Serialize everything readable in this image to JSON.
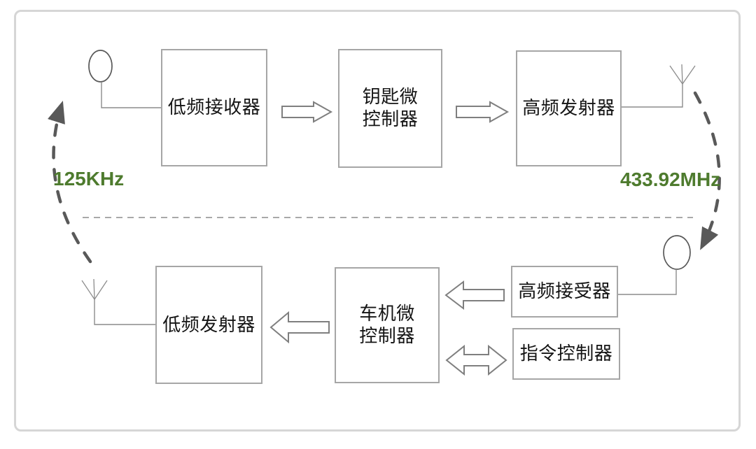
{
  "diagram": {
    "boxes": {
      "lf_receiver": {
        "label": "低频接收器"
      },
      "key_mcu": {
        "label": "钥匙微\n控制器"
      },
      "hf_transmitter": {
        "label": "高频发射器"
      },
      "lf_transmitter": {
        "label": "低频发射器"
      },
      "car_mcu": {
        "label": "车机微\n控制器"
      },
      "hf_receiver": {
        "label": "高频接受器"
      },
      "cmd_controller": {
        "label": "指令控制器"
      }
    },
    "labels": {
      "low_freq": "125KHz",
      "high_freq": "433.92MHz"
    },
    "icons": [
      "loop-antenna-top-left-icon",
      "whip-antenna-top-right-icon",
      "whip-antenna-bottom-left-icon",
      "loop-antenna-bottom-right-icon"
    ],
    "colors": {
      "freq_label_green": "#4e7b2e",
      "box_border": "#a6a6a6",
      "flow_arrow_outline": "#7f7f7f",
      "wireless_arc": "#595959",
      "antenna_line": "#8c8c8c",
      "divider": "#a9a9a9",
      "frame_border": "#d6d6d6"
    }
  }
}
